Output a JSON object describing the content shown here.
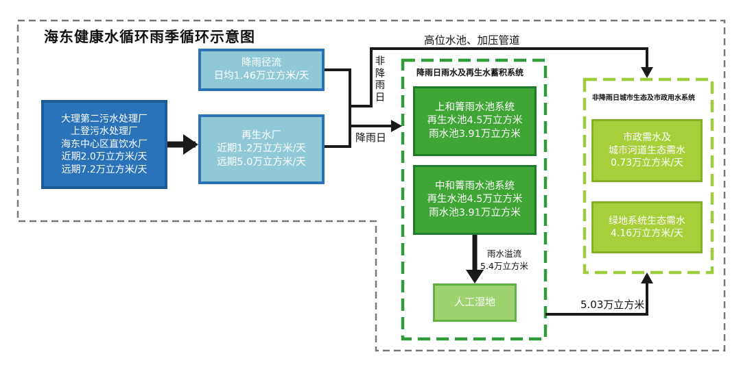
{
  "title": "海东健康水循环雨季循环示意图",
  "sources": {
    "lines": [
      "大理第二污水处理厂",
      "上登污水处理厂",
      "海东中心区直饮水厂",
      "近期2.0万立方米/天",
      "远期7.2万立方米/天"
    ]
  },
  "runoff": {
    "lines": [
      "降雨径流",
      "日均1.46万立方米/天"
    ]
  },
  "reclaimed_plant": {
    "lines": [
      "再生水厂",
      "近期1.2万立方米/天",
      "远期5.0万立方米/天"
    ]
  },
  "storage_system": {
    "title": "降雨日雨水及再生水蓄积系统",
    "shanghe": {
      "lines": [
        "上和箐雨水池系统",
        "再生水池4.5万立方米",
        "雨水池3.91万立方米"
      ]
    },
    "zhonghe": {
      "lines": [
        "中和箐雨水池系统",
        "再生水池4.5万立方米",
        "雨水池3.91万立方米"
      ]
    },
    "overflow": {
      "lines": [
        "雨水溢流",
        "5.4万立方米"
      ]
    },
    "wetland": "人工湿地"
  },
  "eco_system": {
    "title": "非降雨日城市生态及市政用水系统",
    "municipal": {
      "lines": [
        "市政需水及",
        "城市河道生态需水",
        "0.73万立方米/天"
      ]
    },
    "green": {
      "lines": [
        "绿地系统生态需水",
        "4.16万立方米/天"
      ]
    }
  },
  "flow_labels": {
    "high_pool": "高位水池、加压管道",
    "rain_day": "降雨日",
    "non_rain_day": "非降雨日",
    "wetland_flow": "5.03万立方米"
  },
  "colors": {
    "source_fill": "#2a73b8",
    "light_blue_fill": "#8fcad6",
    "green_fill": "#3fa535",
    "wetland_fill": "#9ed26e",
    "lime_fill": "#a7cf3a",
    "storage_dash": "#2f9b3a",
    "eco_dash": "#9ccb3b",
    "outer_dash": "#777777",
    "arrow": "#1a1a1a"
  }
}
